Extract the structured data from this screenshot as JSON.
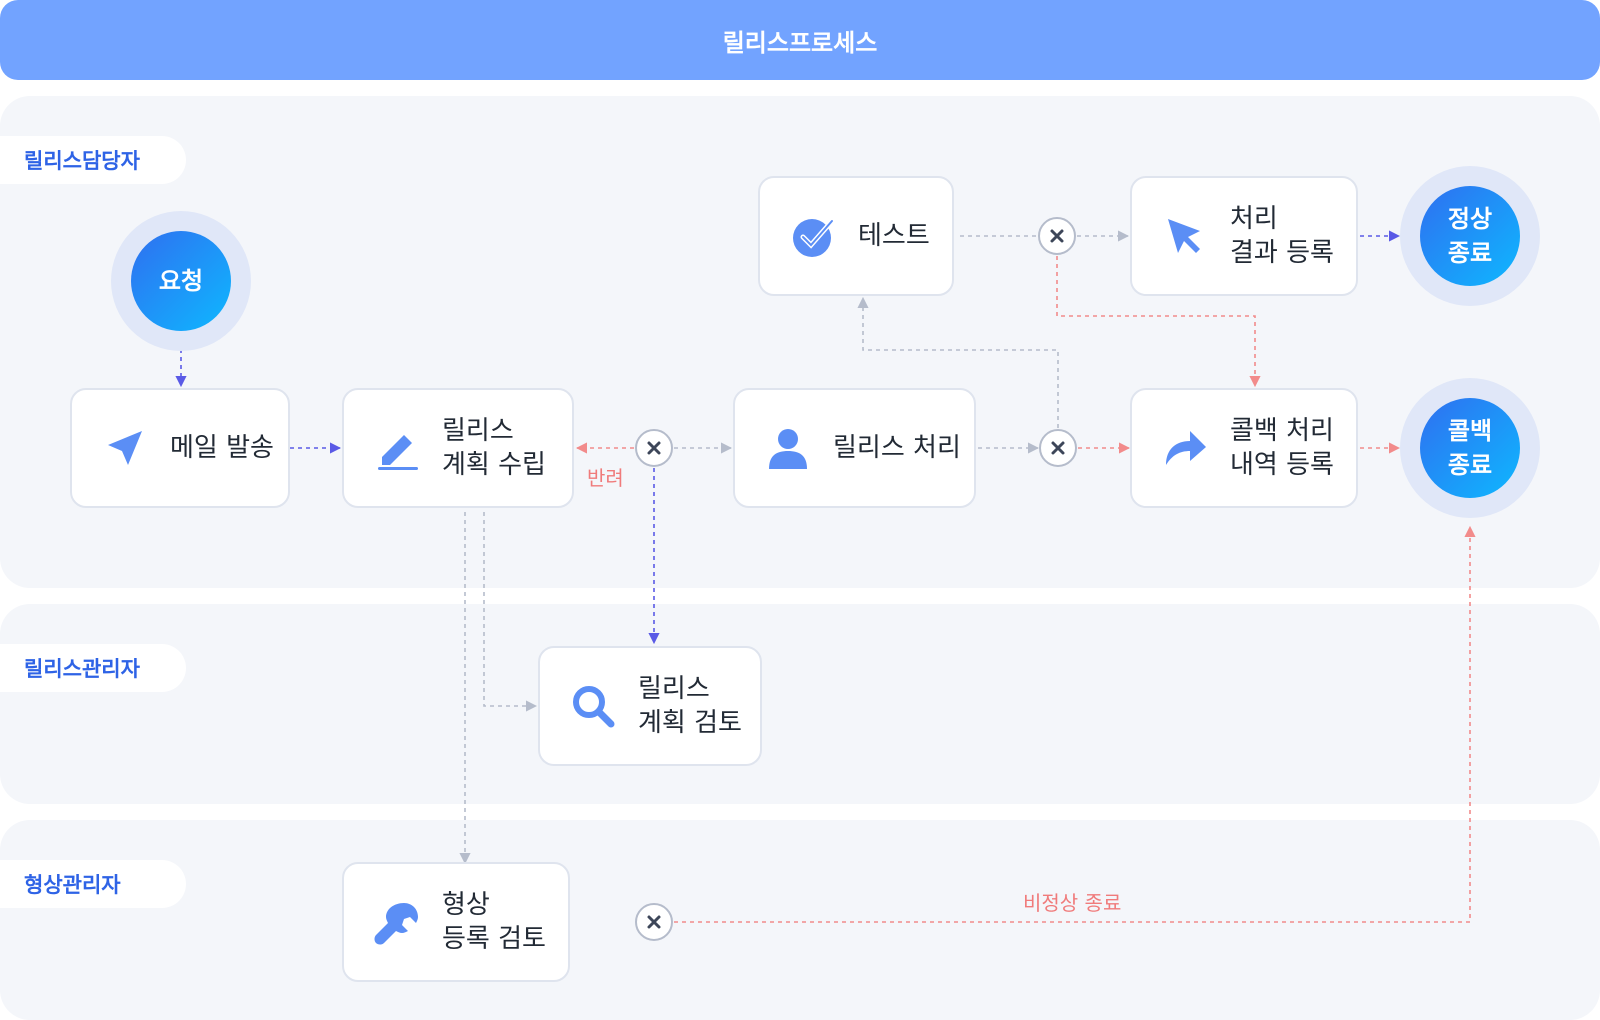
{
  "title": "릴리스프로세스",
  "lanes": {
    "owner": "릴리스담당자",
    "manager": "릴리스관리자",
    "config": "형상관리자"
  },
  "events": {
    "request": "요청",
    "normal_end": [
      "정상",
      "종료"
    ],
    "rollback_end": [
      "콜백",
      "종료"
    ]
  },
  "tasks": {
    "send_mail": "메일 발송",
    "plan": [
      "릴리스",
      "계획 수립"
    ],
    "process": "릴리스 처리",
    "test": "테스트",
    "result": [
      "처리",
      "결과 등록"
    ],
    "rollback": [
      "콜백 처리",
      "내역 등록"
    ],
    "review": [
      "릴리스",
      "계획 검토"
    ],
    "config_review": [
      "형상",
      "등록 검토"
    ]
  },
  "notes": {
    "reject": "반려",
    "abnormal_end": "비정상 종료"
  },
  "colors": {
    "header": "#72a3ff",
    "lane_bg": "#f4f6fa",
    "lane_label": "#2e63e6",
    "icon": "#5b8ef5",
    "flow_gray": "#b5bccb",
    "flow_blue": "#5a5ae6",
    "flow_red": "#f28b8b"
  },
  "icons": [
    "paper-plane-icon",
    "pencil-icon",
    "user-icon",
    "check-circle-icon",
    "cursor-icon",
    "share-arrow-icon",
    "search-icon",
    "wrench-icon",
    "close-icon"
  ]
}
